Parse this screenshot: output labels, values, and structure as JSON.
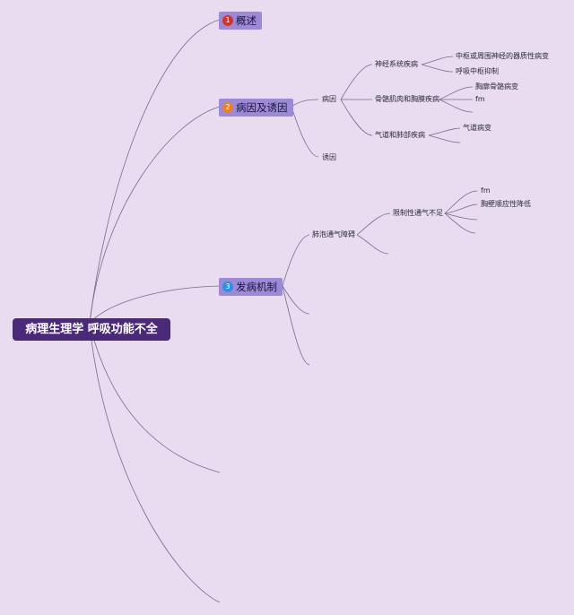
{
  "root": "病理生理学 呼吸功能不全",
  "colors": {
    "background": "#e9dcf0",
    "root": "#4a2a78",
    "branch": "#9c8ad6",
    "line": "#7a6a8a"
  },
  "branches": [
    {
      "num": "1",
      "label": "概述",
      "badge_color": "#d0342c"
    },
    {
      "num": "2",
      "label": "病因及诱因",
      "badge_color": "#e6822a"
    },
    {
      "num": "3",
      "label": "发病机制",
      "badge_color": "#2f8fe0"
    }
  ],
  "nodes": {
    "bingyin": "病因",
    "youyin": "诱因",
    "shenjing": "神经系统疾病",
    "zhongshu": "中枢或周围神经的器质性病变",
    "huxi": "呼吸中枢抑制",
    "guge": "骨骼肌肉和胸膜疾病",
    "xiongkuo": "胸廓骨骼病变",
    "fm1": "fm",
    "qidao": "气道和肺部疾病",
    "qidaobing": "气道病变",
    "feipao": "肺泡通气障碍",
    "xianzhi": "限制性通气不足",
    "fm2": "fm",
    "xiongbi": "胸壁顺应性降低"
  }
}
